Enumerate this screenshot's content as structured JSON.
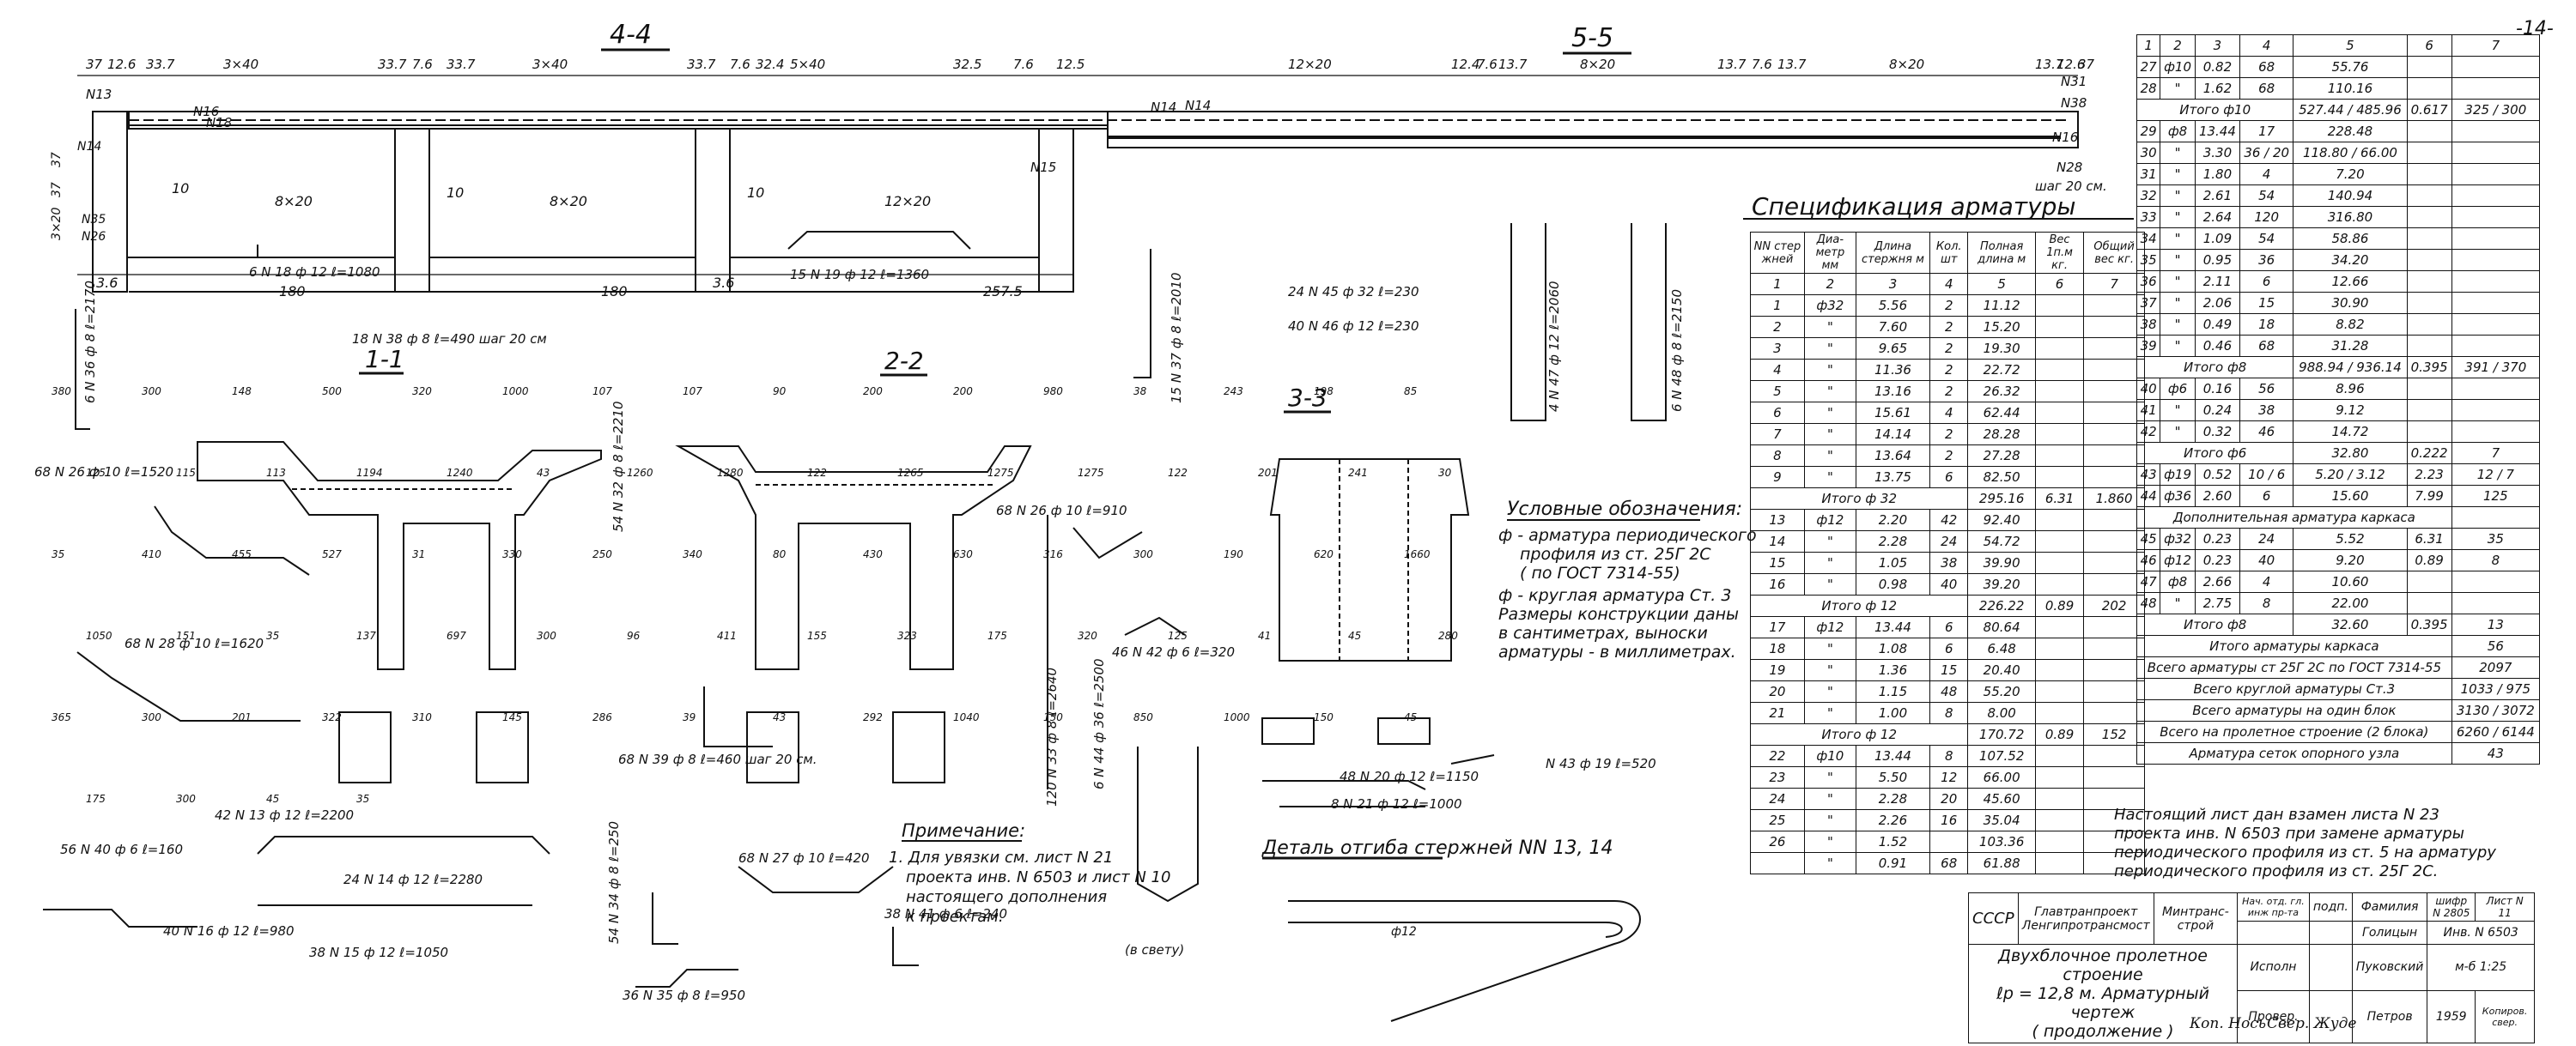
{
  "page_number": "-14-",
  "sections": {
    "s44": "4-4",
    "s55": "5-5",
    "s11": "1-1",
    "s22": "2-2",
    "s33": "3-3"
  },
  "dims_top": [
    "37",
    "12.6",
    "33.7",
    "3×40",
    "33.7",
    "7.6",
    "33.7",
    "3×40",
    "33.7",
    "7.6",
    "32.4",
    "5×40",
    "32.5",
    "7.6",
    "12.5",
    "12×20",
    "12.4",
    "7.6",
    "13.7",
    "8×20",
    "13.7",
    "7.6",
    "13.7",
    "8×20",
    "13.7",
    "12.6",
    "37"
  ],
  "top_labels": [
    "N13",
    "N18",
    "N14",
    "N15",
    "N16",
    "N31",
    "N38",
    "N28",
    "шаг 20 см.",
    "N16",
    "N14"
  ],
  "dims_section44": [
    "8×20",
    "8×20",
    "12×20",
    "10",
    "10",
    "10",
    "180",
    "180",
    "257.5",
    "3.6",
    "3.6"
  ],
  "left_dims": [
    "37",
    "37",
    "3×20",
    "N14",
    "N35",
    "N26"
  ],
  "bar_callouts": [
    "6 N 36 ф 8 ℓ=2170",
    "18 N 38 ф 8 ℓ=490 шаг 20 см",
    "15 N 19 ф 12 ℓ=1360",
    "6 N 18 ф 12 ℓ=1080",
    "24 N 45 ф 32 ℓ=230",
    "40 N 46 ф 12 ℓ=230",
    "15 N 37 ф 8 ℓ=2010",
    "4 N 47 ф 12 ℓ=2060",
    "6 N 48 ф 8 ℓ=2150",
    "68 N 26 ф 10 ℓ=1520",
    "68 N 28 ф 10 ℓ=1620",
    "68 N 26 ф 10 ℓ=910",
    "46 N 42 ф 6 ℓ=320",
    "54 N 32 ф 8 ℓ=2210",
    "68 N 39 ф 8 ℓ=460 шаг 20 см.",
    "120 N 33 ф 8 ℓ=2640",
    "6 N 44 ф 36 ℓ=2500",
    "48 N 20 ф 12 ℓ=1150",
    "8 N 21 ф 12 ℓ=1000",
    "N 43 ф 19 ℓ=520",
    "56 N 40 ф 6 ℓ=160",
    "42 N 13 ф 12 ℓ=2200",
    "24 N 14 ф 12 ℓ=2280",
    "40 N 16 ф 12 ℓ=980",
    "38 N 15 ф 12 ℓ=1050",
    "54 N 34 ф 8 ℓ=250",
    "68 N 27 ф 10 ℓ=420",
    "38 N 41 ф 6 ℓ=240",
    "36 N 35 ф 8 ℓ=950"
  ],
  "misc_dims": [
    "380",
    "300",
    "148",
    "500",
    "320",
    "1000",
    "107",
    "107",
    "90",
    "200",
    "200",
    "980",
    "38",
    "243",
    "198",
    "85",
    "125",
    "115",
    "113",
    "1194",
    "1240",
    "43",
    "1260",
    "1280",
    "122",
    "1265",
    "1275",
    "1275",
    "122",
    "201",
    "241",
    "30",
    "35",
    "410",
    "455",
    "527",
    "31",
    "330",
    "250",
    "340",
    "80",
    "430",
    "630",
    "316",
    "300",
    "190",
    "620",
    "1660",
    "1050",
    "151",
    "35",
    "137",
    "697",
    "300",
    "96",
    "411",
    "155",
    "323",
    "175",
    "320",
    "125",
    "41",
    "45",
    "280",
    "365",
    "300",
    "201",
    "322",
    "310",
    "145",
    "286",
    "39",
    "43",
    "292",
    "1040",
    "150",
    "850",
    "1000",
    "150",
    "45",
    "175",
    "300",
    "45",
    "35"
  ],
  "details": {
    "bend_detail_title": "Деталь отгиба стержней NN 13, 14",
    "in_light": "(в свету)",
    "phi12": "ф12"
  },
  "legend": {
    "title": "Условные обозначения:",
    "line1": "ф - арматура периодического",
    "line2": "профиля из ст. 25Г 2С",
    "line3": "( по ГОСТ 7314-55)",
    "line4": "ф - круглая арматура Ст. 3",
    "line5": "Размеры конструкции даны",
    "line6": "в сантиметрах, выноски",
    "line7": "арматуры - в миллиметрах."
  },
  "note": {
    "title": "Примечание:",
    "line1": "1. Для увязки см. лист N 21",
    "line2": "проекта инв. N 6503 и лист N 10",
    "line3": "настоящего дополнения",
    "line4": "к проектам."
  },
  "replacement_note": {
    "line1": "Настоящий лист дан взамен листа N 23",
    "line2": "проекта инв. N 6503 при замене арматуры",
    "line3": "периодического профиля из ст. 5 на арматуру",
    "line4": "периодического профиля из ст. 25Г 2С."
  },
  "spec": {
    "title": "Спецификация арматуры",
    "headers": [
      "NN стер жней",
      "Диа- метр мм",
      "Длина стержня м",
      "Кол. шт",
      "Полная длина м",
      "Вес 1п.м кг.",
      "Общий вес кг."
    ],
    "colnums": [
      "1",
      "2",
      "3",
      "4",
      "5",
      "6",
      "7"
    ],
    "rows": [
      [
        "1",
        "ф32",
        "5.56",
        "2",
        "11.12",
        "",
        ""
      ],
      [
        "2",
        "\"",
        "7.60",
        "2",
        "15.20",
        "",
        ""
      ],
      [
        "3",
        "\"",
        "9.65",
        "2",
        "19.30",
        "",
        ""
      ],
      [
        "4",
        "\"",
        "11.36",
        "2",
        "22.72",
        "",
        ""
      ],
      [
        "5",
        "\"",
        "13.16",
        "2",
        "26.32",
        "",
        ""
      ],
      [
        "6",
        "\"",
        "15.61",
        "4",
        "62.44",
        "",
        ""
      ],
      [
        "7",
        "\"",
        "14.14",
        "2",
        "28.28",
        "",
        ""
      ],
      [
        "8",
        "\"",
        "13.64",
        "2",
        "27.28",
        "",
        ""
      ],
      [
        "9",
        "\"",
        "13.75",
        "6",
        "82.50",
        "",
        ""
      ],
      [
        "Итого ф 32",
        "",
        "",
        "",
        "295.16",
        "6.31",
        "1.860"
      ],
      [
        "13",
        "ф12",
        "2.20",
        "42",
        "92.40",
        "",
        ""
      ],
      [
        "14",
        "\"",
        "2.28",
        "24",
        "54.72",
        "",
        ""
      ],
      [
        "15",
        "\"",
        "1.05",
        "38",
        "39.90",
        "",
        ""
      ],
      [
        "16",
        "\"",
        "0.98",
        "40",
        "39.20",
        "",
        ""
      ],
      [
        "Итого ф 12",
        "",
        "",
        "",
        "226.22",
        "0.89",
        "202"
      ],
      [
        "17",
        "ф12",
        "13.44",
        "6",
        "80.64",
        "",
        ""
      ],
      [
        "18",
        "\"",
        "1.08",
        "6",
        "6.48",
        "",
        ""
      ],
      [
        "19",
        "\"",
        "1.36",
        "15",
        "20.40",
        "",
        ""
      ],
      [
        "20",
        "\"",
        "1.15",
        "48",
        "55.20",
        "",
        ""
      ],
      [
        "21",
        "\"",
        "1.00",
        "8",
        "8.00",
        "",
        ""
      ],
      [
        "Итого ф 12",
        "",
        "",
        "",
        "170.72",
        "0.89",
        "152"
      ],
      [
        "22",
        "ф10",
        "13.44",
        "8",
        "107.52",
        "",
        ""
      ],
      [
        "23",
        "\"",
        "5.50",
        "12",
        "66.00",
        "",
        ""
      ],
      [
        "24",
        "\"",
        "2.28",
        "20",
        "45.60",
        "",
        ""
      ],
      [
        "25",
        "\"",
        "2.26",
        "16",
        "35.04",
        "",
        ""
      ],
      [
        "26",
        "\"",
        "1.52",
        "",
        "103.36",
        "",
        ""
      ],
      [
        "",
        "\"",
        "0.91",
        "68",
        "61.88",
        "",
        ""
      ]
    ]
  },
  "spec_right": {
    "colnums": [
      "1",
      "2",
      "3",
      "4",
      "5",
      "6",
      "7"
    ],
    "rows": [
      [
        "27",
        "ф10",
        "0.82",
        "68",
        "55.76",
        "",
        ""
      ],
      [
        "28",
        "\"",
        "1.62",
        "68",
        "110.16",
        "",
        ""
      ],
      [
        "Итого ф10",
        "",
        "",
        "",
        "527.44 / 485.96",
        "0.617",
        "325 / 300"
      ],
      [
        "29",
        "ф8",
        "13.44",
        "17",
        "228.48",
        "",
        ""
      ],
      [
        "30",
        "\"",
        "3.30",
        "36 / 20",
        "118.80 / 66.00",
        "",
        ""
      ],
      [
        "31",
        "\"",
        "1.80",
        "4",
        "7.20",
        "",
        ""
      ],
      [
        "32",
        "\"",
        "2.61",
        "54",
        "140.94",
        "",
        ""
      ],
      [
        "33",
        "\"",
        "2.64",
        "120",
        "316.80",
        "",
        ""
      ],
      [
        "34",
        "\"",
        "1.09",
        "54",
        "58.86",
        "",
        ""
      ],
      [
        "35",
        "\"",
        "0.95",
        "36",
        "34.20",
        "",
        ""
      ],
      [
        "36",
        "\"",
        "2.11",
        "6",
        "12.66",
        "",
        ""
      ],
      [
        "37",
        "\"",
        "2.06",
        "15",
        "30.90",
        "",
        ""
      ],
      [
        "38",
        "\"",
        "0.49",
        "18",
        "8.82",
        "",
        ""
      ],
      [
        "39",
        "\"",
        "0.46",
        "68",
        "31.28",
        "",
        ""
      ],
      [
        "Итого ф8",
        "",
        "",
        "",
        "988.94 / 936.14",
        "0.395",
        "391 / 370"
      ],
      [
        "40",
        "ф6",
        "0.16",
        "56",
        "8.96",
        "",
        ""
      ],
      [
        "41",
        "\"",
        "0.24",
        "38",
        "9.12",
        "",
        ""
      ],
      [
        "42",
        "\"",
        "0.32",
        "46",
        "14.72",
        "",
        ""
      ],
      [
        "Итого ф6",
        "",
        "",
        "",
        "32.80",
        "0.222",
        "7"
      ],
      [
        "43",
        "ф19",
        "0.52",
        "10 / 6",
        "5.20 / 3.12",
        "2.23",
        "12 / 7"
      ],
      [
        "44",
        "ф36",
        "2.60",
        "6",
        "15.60",
        "7.99",
        "125"
      ],
      [
        "Дополнительная арматура каркаса",
        "",
        "",
        "",
        "",
        "",
        ""
      ],
      [
        "45",
        "ф32",
        "0.23",
        "24",
        "5.52",
        "6.31",
        "35"
      ],
      [
        "46",
        "ф12",
        "0.23",
        "40",
        "9.20",
        "0.89",
        "8"
      ],
      [
        "47",
        "ф8",
        "2.66",
        "4",
        "10.60",
        "",
        ""
      ],
      [
        "48",
        "\"",
        "2.75",
        "8",
        "22.00",
        "",
        ""
      ],
      [
        "Итого ф8",
        "",
        "",
        "",
        "32.60",
        "0.395",
        "13"
      ],
      [
        "Итого арматуры каркаса",
        "",
        "",
        "",
        "",
        "",
        "56"
      ],
      [
        "Всего арматуры ст 25Г 2С по ГОСТ 7314-55",
        "",
        "",
        "",
        "",
        "",
        "2097"
      ],
      [
        "Всего круглой арматуры Ст.3",
        "",
        "",
        "",
        "",
        "",
        "1033 / 975"
      ],
      [
        "Всего арматуры на один блок",
        "",
        "",
        "",
        "",
        "",
        "3130 / 3072"
      ],
      [
        "Всего на пролетное строение (2 блока)",
        "",
        "",
        "",
        "",
        "",
        "6260 / 6144"
      ],
      [
        "Арматура сеток опорного узла",
        "",
        "",
        "",
        "",
        "",
        "43"
      ]
    ]
  },
  "title_block": {
    "ussr": "СССР",
    "org1": "Главтранпроект",
    "org2": "Ленгипротрансмост",
    "ministry": "Минтранс- строй",
    "role_head": "Нач. отд. гл. инж пр-та",
    "role_exec": "Исполн",
    "role_check": "Провер.",
    "col_sign": "подп.",
    "col_name": "Фамилия",
    "cipher_head": "шифр N 2805",
    "sheet_head": "Лист N 11",
    "inv": "Инв. N 6503",
    "scale": "м-б 1:25",
    "name1": "Голицын",
    "name2": "Пуковский",
    "name3": "Петров",
    "year": "1959",
    "copy": "Копиров. свер.",
    "title1": "Двухблочное пролетное строение",
    "title2": "ℓр = 12,8 м. Арматурный чертеж",
    "title3": "( продолжение )"
  },
  "footer": {
    "copied": "Коп. Нось",
    "checked": "Свер. Жуде"
  }
}
